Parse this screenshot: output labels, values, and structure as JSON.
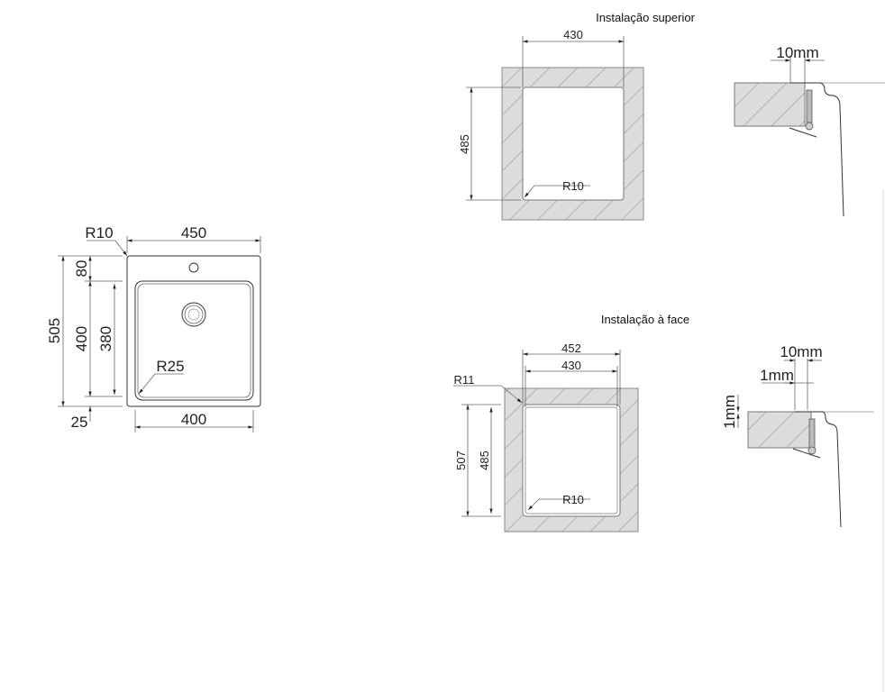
{
  "sink_top_view": {
    "width_overall": "450",
    "corner_radius_outer": "R10",
    "depth_overall": "505",
    "rear_deck": "80",
    "bowl_depth_outer": "400",
    "bowl_depth_inner": "380",
    "bowl_corner_radius": "R25",
    "front_margin": "25",
    "bowl_width": "400"
  },
  "top_mount": {
    "title": "Instalação superior",
    "cutout_width": "430",
    "cutout_depth": "485",
    "cutout_radius": "R10",
    "gap_label": "10mm"
  },
  "flush_mount": {
    "title": "Instalação à face",
    "recess_width": "452",
    "cutout_width": "430",
    "recess_radius": "R11",
    "recess_depth": "507",
    "cutout_depth": "485",
    "cutout_radius": "R10",
    "gap_label": "10mm",
    "offset_label": "1mm",
    "depth_label": "1mm"
  },
  "colors": {
    "hatch_fill": "#dcdcdc",
    "hatch_line": "#9a9a9a",
    "line": "#333333"
  }
}
